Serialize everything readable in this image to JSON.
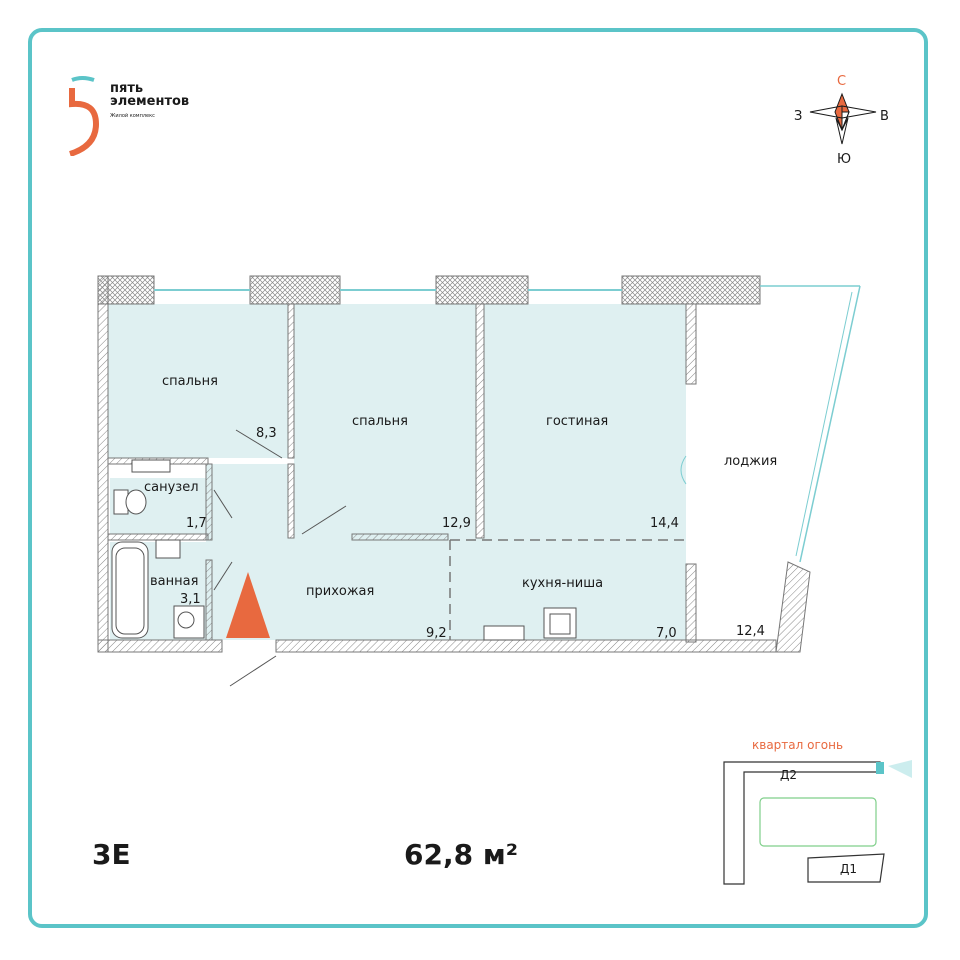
{
  "brand": {
    "name_line1": "пять",
    "name_line2": "элементов",
    "tagline": "Жилой комплекс"
  },
  "compass": {
    "north": "С",
    "south": "Ю",
    "west": "З",
    "east": "В"
  },
  "rooms": [
    {
      "name": "спальня",
      "area": "8,3"
    },
    {
      "name": "спальня",
      "area": "12,9"
    },
    {
      "name": "гостиная",
      "area": "14,4"
    },
    {
      "name": "лоджия",
      "area": "12,4"
    },
    {
      "name": "санузел",
      "area": "1,7"
    },
    {
      "name": "ванная",
      "area": "3,1"
    },
    {
      "name": "прихожая",
      "area": "9,2"
    },
    {
      "name": "кухня-ниша",
      "area": "7,0"
    }
  ],
  "apartment": {
    "code": "3Е",
    "total_area": "62,8 м²"
  },
  "keyplan": {
    "title": "квартал огонь",
    "building_top": "Д2",
    "building_bottom": "Д1"
  },
  "colors": {
    "frame": "#5bc4c8",
    "room_fill": "#dff0f1",
    "accent": "#e8693f"
  }
}
